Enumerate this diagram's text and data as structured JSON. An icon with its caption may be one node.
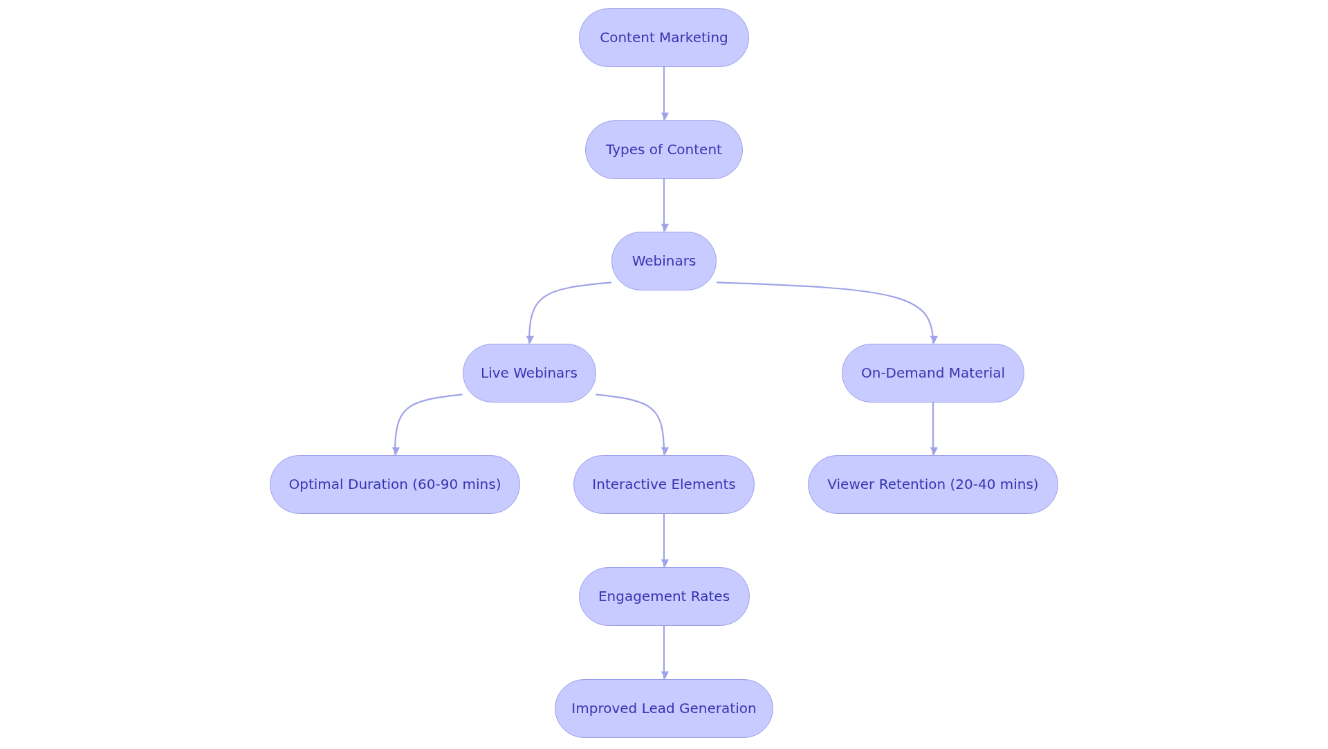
{
  "diagram": {
    "nodes": [
      {
        "text": [
          "Content Marketing"
        ]
      },
      {
        "text": [
          "Types of Content"
        ]
      },
      {
        "text": [
          "Webinars"
        ]
      },
      {
        "text": [
          "Live Webinars"
        ]
      },
      {
        "text": [
          "On-Demand Material"
        ]
      },
      {
        "text": [
          "Optimal Duration (60-90 mins)"
        ]
      },
      {
        "text": [
          "Interactive Elements"
        ]
      },
      {
        "text": [
          "Viewer Retention (20-40 mins)"
        ]
      },
      {
        "text": [
          "Engagement Rates"
        ]
      },
      {
        "text": [
          "Improved Lead Generation"
        ]
      }
    ],
    "edges": [
      {
        "from": 0,
        "to": 1,
        "arrow": "to"
      },
      {
        "from": 1,
        "to": 2,
        "arrow": "to"
      },
      {
        "from": 2,
        "to": 3,
        "arrow": "to"
      },
      {
        "from": 2,
        "to": 4,
        "arrow": "to"
      },
      {
        "from": 3,
        "to": 5,
        "arrow": "to"
      },
      {
        "from": 3,
        "to": 6,
        "arrow": "to"
      },
      {
        "from": 4,
        "to": 7,
        "arrow": "to"
      },
      {
        "from": 6,
        "to": 8,
        "arrow": "to"
      },
      {
        "from": 8,
        "to": 9,
        "arrow": "to"
      }
    ]
  }
}
